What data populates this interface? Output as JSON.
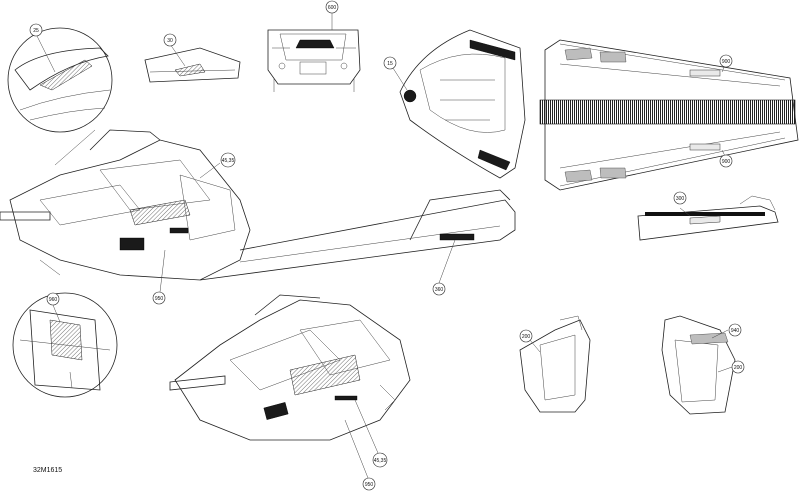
{
  "figure_ref": "32M1615",
  "callouts": {
    "detail_top_left": "25",
    "detail_side_panel": "30",
    "front_view": "600",
    "hood_top": "15",
    "tunnel_top_upper": "900",
    "tunnel_top_lower": "900",
    "tunnel_side": "300",
    "main_side": "45,35",
    "main_bottom": "950",
    "main_rear": "360",
    "detail_lower_left": "960",
    "iso_view": "45,35",
    "iso_bottom": "950",
    "panel_left": "200",
    "panel_right_upper": "940",
    "panel_right_lower": "200"
  }
}
